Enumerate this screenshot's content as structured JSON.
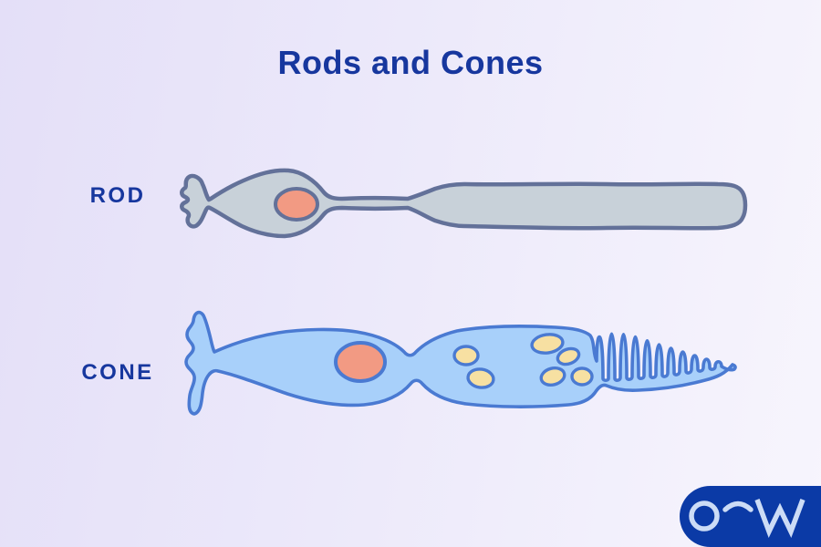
{
  "title": "Rods and Cones",
  "cells": [
    {
      "id": "rod",
      "label": "ROD"
    },
    {
      "id": "cone",
      "label": "CONE"
    }
  ],
  "logo": {
    "text": "O⌒W"
  },
  "colors": {
    "accent": "#17379e",
    "bg_from": "#e4dff8",
    "bg_mid": "#ece9fa",
    "bg_to": "#f7f5fd",
    "rod_fill": "#c8d1d9",
    "rod_stroke": "#637199",
    "cone_fill": "#a8d0fa",
    "cone_stroke": "#4a7ad2",
    "nucleus": "#f29a83",
    "organelle": "#f7e0a2",
    "logo_bg": "#0b3aa6",
    "logo_fg": "#ccdcf6"
  }
}
